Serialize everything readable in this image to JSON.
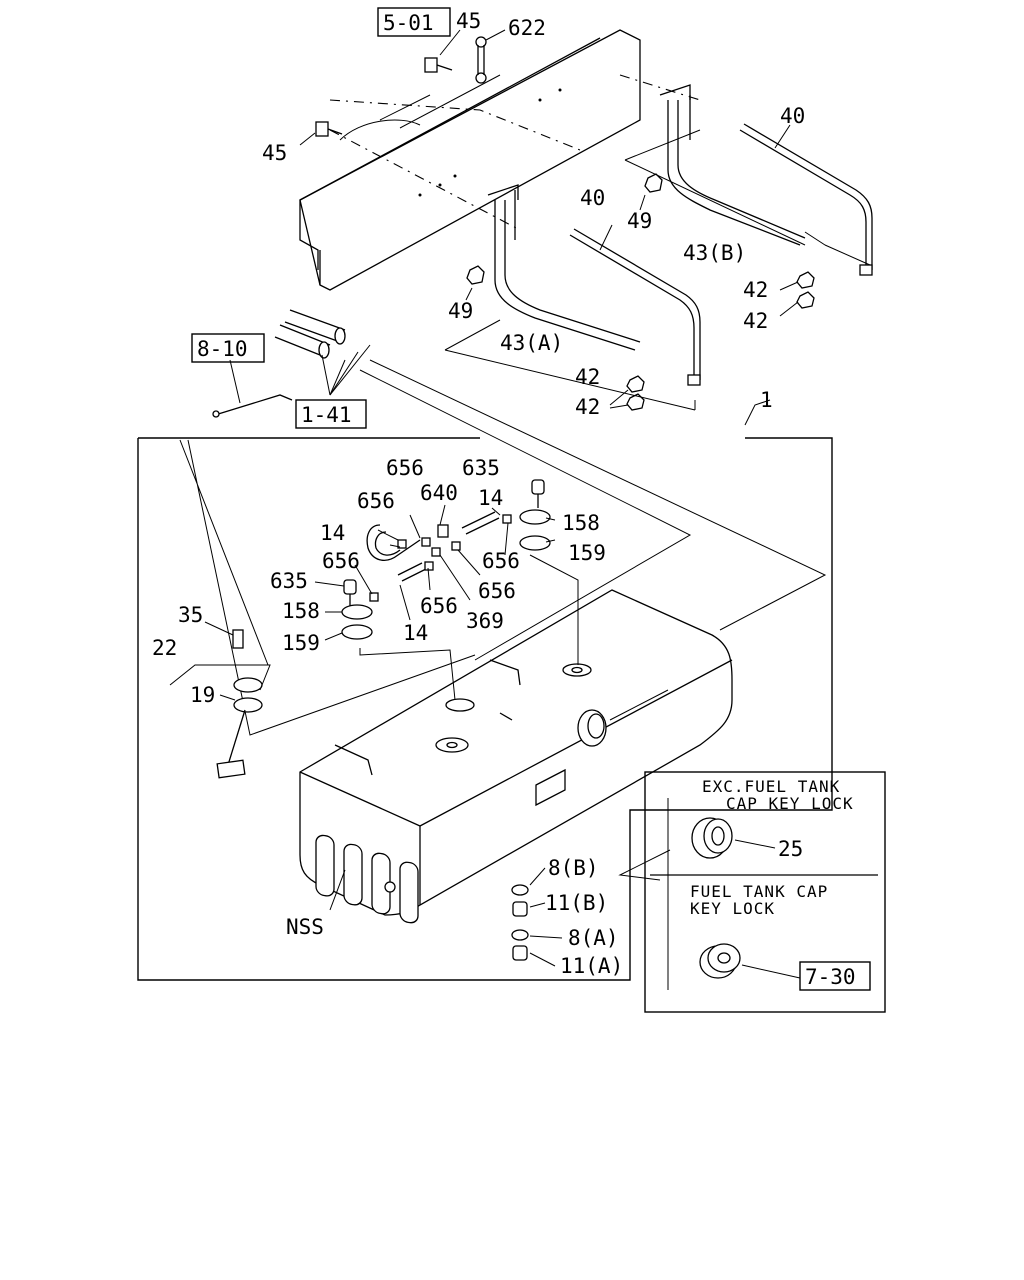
{
  "refs": {
    "r501": "5-01",
    "r810": "8-10",
    "r141": "1-41",
    "r730": "7-30"
  },
  "labels": {
    "p45a": "45",
    "p622": "622",
    "p45b": "45",
    "p40a": "40",
    "p40b": "40",
    "p49a": "49",
    "p49b": "49",
    "p43b": "43(B)",
    "p43a": "43(A)",
    "p42a": "42",
    "p42b": "42",
    "p42c": "42",
    "p42d": "42",
    "p1": "1",
    "p656a": "656",
    "p635a": "635",
    "p656b": "656",
    "p640": "640",
    "p14a": "14",
    "p14b": "14",
    "p158a": "158",
    "p159a": "159",
    "p656c": "656",
    "p656d": "656",
    "p635b": "635",
    "p656e": "656",
    "p656f": "656",
    "p158b": "158",
    "p369": "369",
    "p159b": "159",
    "p14c": "14",
    "p35": "35",
    "p22": "22",
    "p19": "19",
    "p8b": "8(B)",
    "p11b": "11(B)",
    "p8a": "8(A)",
    "p11a": "11(A)",
    "nss": "NSS",
    "p25": "25"
  },
  "inset": {
    "top_line1": "EXC.FUEL TANK",
    "top_line2": "CAP KEY LOCK",
    "bottom_line1": "FUEL TANK CAP",
    "bottom_line2": "KEY LOCK"
  }
}
